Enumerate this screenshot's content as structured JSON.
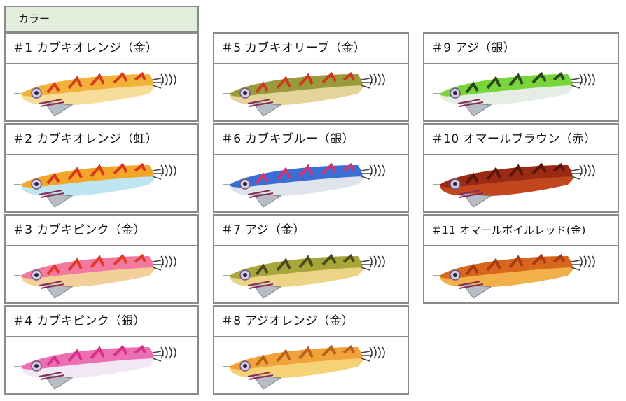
{
  "header": {
    "title": "カラー"
  },
  "colors": {
    "c1": {
      "label": "＃1 カブキオレンジ（金）",
      "body": "#f2b23a",
      "belly": "#f6dd9a",
      "stripe": "#d93a1c"
    },
    "c2": {
      "label": "＃2 カブキオレンジ（虹）",
      "body": "#f2a628",
      "belly": "#bfe6f0",
      "stripe": "#d9361c"
    },
    "c3": {
      "label": "＃3 カブキピンク（金）",
      "body": "#f27aa0",
      "belly": "#f3d09a",
      "stripe": "#e03a2a"
    },
    "c4": {
      "label": "＃4 カブキピンク（銀）",
      "body": "#ec6fb4",
      "belly": "#f1e8f3",
      "stripe": "#d8308a"
    },
    "c5": {
      "label": "＃5 カブキオリーブ（金）",
      "body": "#9a9a3a",
      "belly": "#e4d49a",
      "stripe": "#cf3820"
    },
    "c6": {
      "label": "＃6 カブキブルー（銀）",
      "body": "#3a6ed6",
      "belly": "#dfe3ea",
      "stripe": "#cf3470"
    },
    "c7": {
      "label": "＃7 アジ（金）",
      "body": "#a6a63a",
      "belly": "#ecd486",
      "stripe": "#4a4a1a"
    },
    "c8": {
      "label": "＃8 アジオレンジ（金）",
      "body": "#f2a23a",
      "belly": "#f6d276",
      "stripe": "#b7621c"
    },
    "c9": {
      "label": "＃9 アジ（銀）",
      "body": "#78d63a",
      "belly": "#e6ece6",
      "stripe": "#2a4a1a"
    },
    "c10": {
      "label": "＃10 オマールブラウン（赤）",
      "body": "#9a2a14",
      "belly": "#c2461e",
      "stripe": "#5a1408"
    },
    "c11": {
      "label": "＃11 オマールボイルレッド(金)",
      "body": "#d9661e",
      "belly": "#f2b04a",
      "stripe": "#a63a12"
    }
  }
}
